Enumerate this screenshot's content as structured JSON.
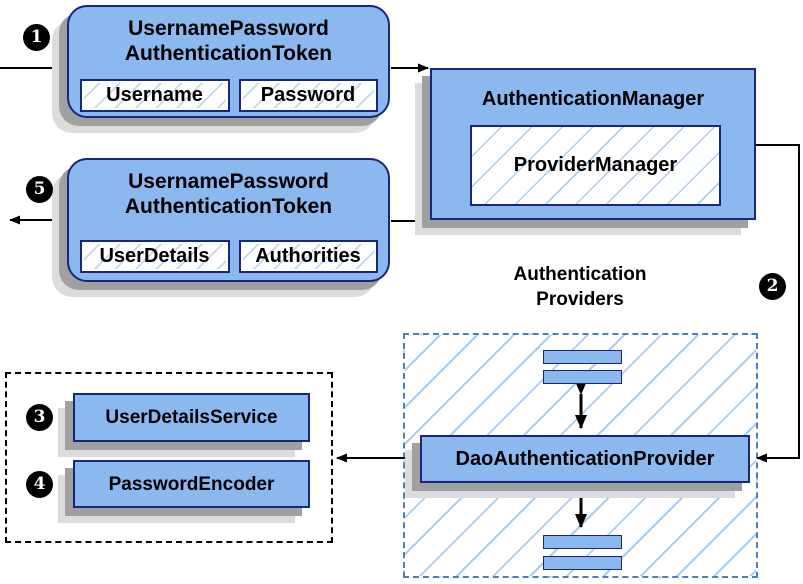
{
  "request_token": {
    "title_line1": "UsernamePassword",
    "title_line2": "AuthenticationToken",
    "fields": [
      "Username",
      "Password"
    ]
  },
  "authentication_manager": {
    "title": "AuthenticationManager",
    "provider_manager": "ProviderManager"
  },
  "response_token": {
    "title_line1": "UsernamePassword",
    "title_line2": "AuthenticationToken",
    "fields": [
      "UserDetails",
      "Authorities"
    ]
  },
  "authentication_providers": {
    "label_line1": "Authentication",
    "label_line2": "Providers",
    "dao_provider": "DaoAuthenticationProvider"
  },
  "services": {
    "user_details_service": "UserDetailsService",
    "password_encoder": "PasswordEncoder"
  },
  "badges": {
    "step1": "1",
    "step2": "2",
    "step3": "3",
    "step4": "4",
    "step5": "5"
  },
  "colors": {
    "box_fill": "#8cb8f0",
    "box_border": "#18267e",
    "hatch_line": "#a9cdf0",
    "providers_dash_border": "#4a7ebd",
    "services_dash_border": "#000000",
    "shadow_dark": "#a0a0a0",
    "shadow_light": "#dcdcdc",
    "connector": "#000000",
    "badge_bg": "#000000",
    "badge_text": "#ffffff"
  }
}
